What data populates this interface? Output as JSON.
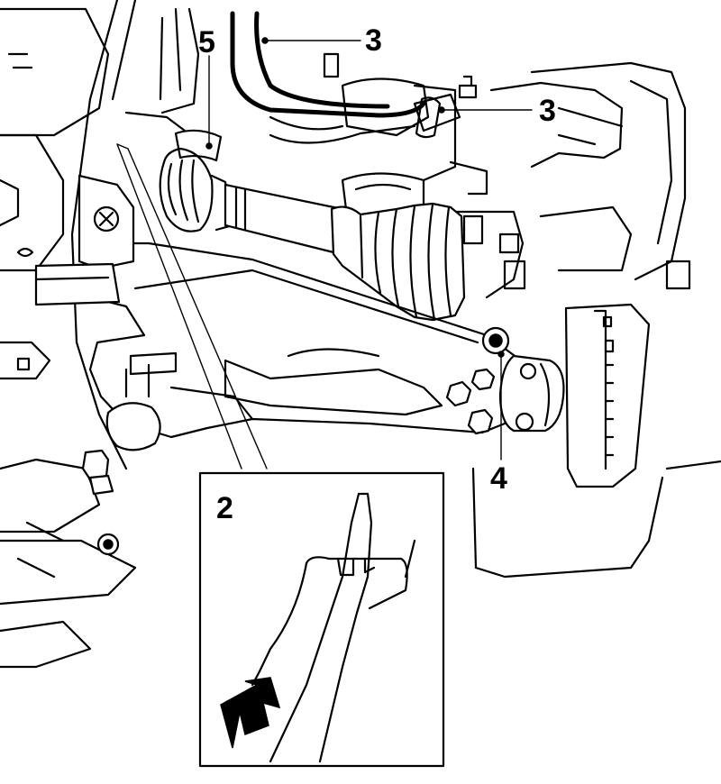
{
  "callouts": {
    "c2": "2",
    "c3a": "3",
    "c3b": "3",
    "c4": "4",
    "c5": "5"
  },
  "colors": {
    "line": "#000000",
    "background": "#ffffff"
  }
}
